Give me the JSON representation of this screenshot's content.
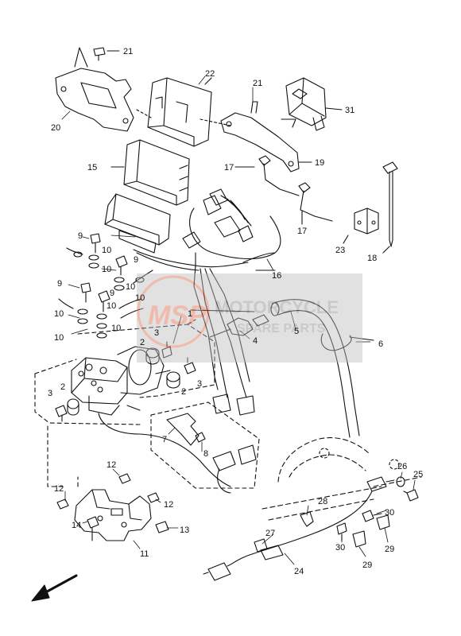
{
  "watermark": {
    "logo_text": "MSP",
    "brand_line1": "MOTORCYCLE",
    "brand_line2": "SPARE PARTS",
    "color": "#e0674a"
  },
  "callouts": {
    "c21a": "21",
    "c20": "20",
    "c22": "22",
    "c21b": "21",
    "c31": "31",
    "c15": "15",
    "c19": "19",
    "c17a": "17",
    "c17b": "17",
    "c18": "18",
    "c23": "23",
    "c16": "16",
    "c9a": "9",
    "c10a": "10",
    "c9b": "9",
    "c10b": "10",
    "c9c": "9",
    "c10c": "10",
    "c9d": "9",
    "c10d": "10",
    "c10e": "10",
    "c10f": "10",
    "c10g": "10",
    "c10h": "10",
    "c1": "1",
    "c2a": "2",
    "c3a": "3",
    "c4": "4",
    "c5": "5",
    "c6": "6",
    "c3b": "3",
    "c2b": "2",
    "c2c": "2",
    "c3c": "3",
    "c7": "7",
    "c8": "8",
    "c12a": "12",
    "c12b": "12",
    "c12c": "12",
    "c14": "14",
    "c13": "13",
    "c11": "11",
    "c26": "26",
    "c25": "25",
    "c28": "28",
    "c30a": "30",
    "c27": "27",
    "c30b": "30",
    "c29a": "29",
    "c29b": "29",
    "c24": "24"
  },
  "icons": {
    "direction": "front-arrow-icon"
  }
}
